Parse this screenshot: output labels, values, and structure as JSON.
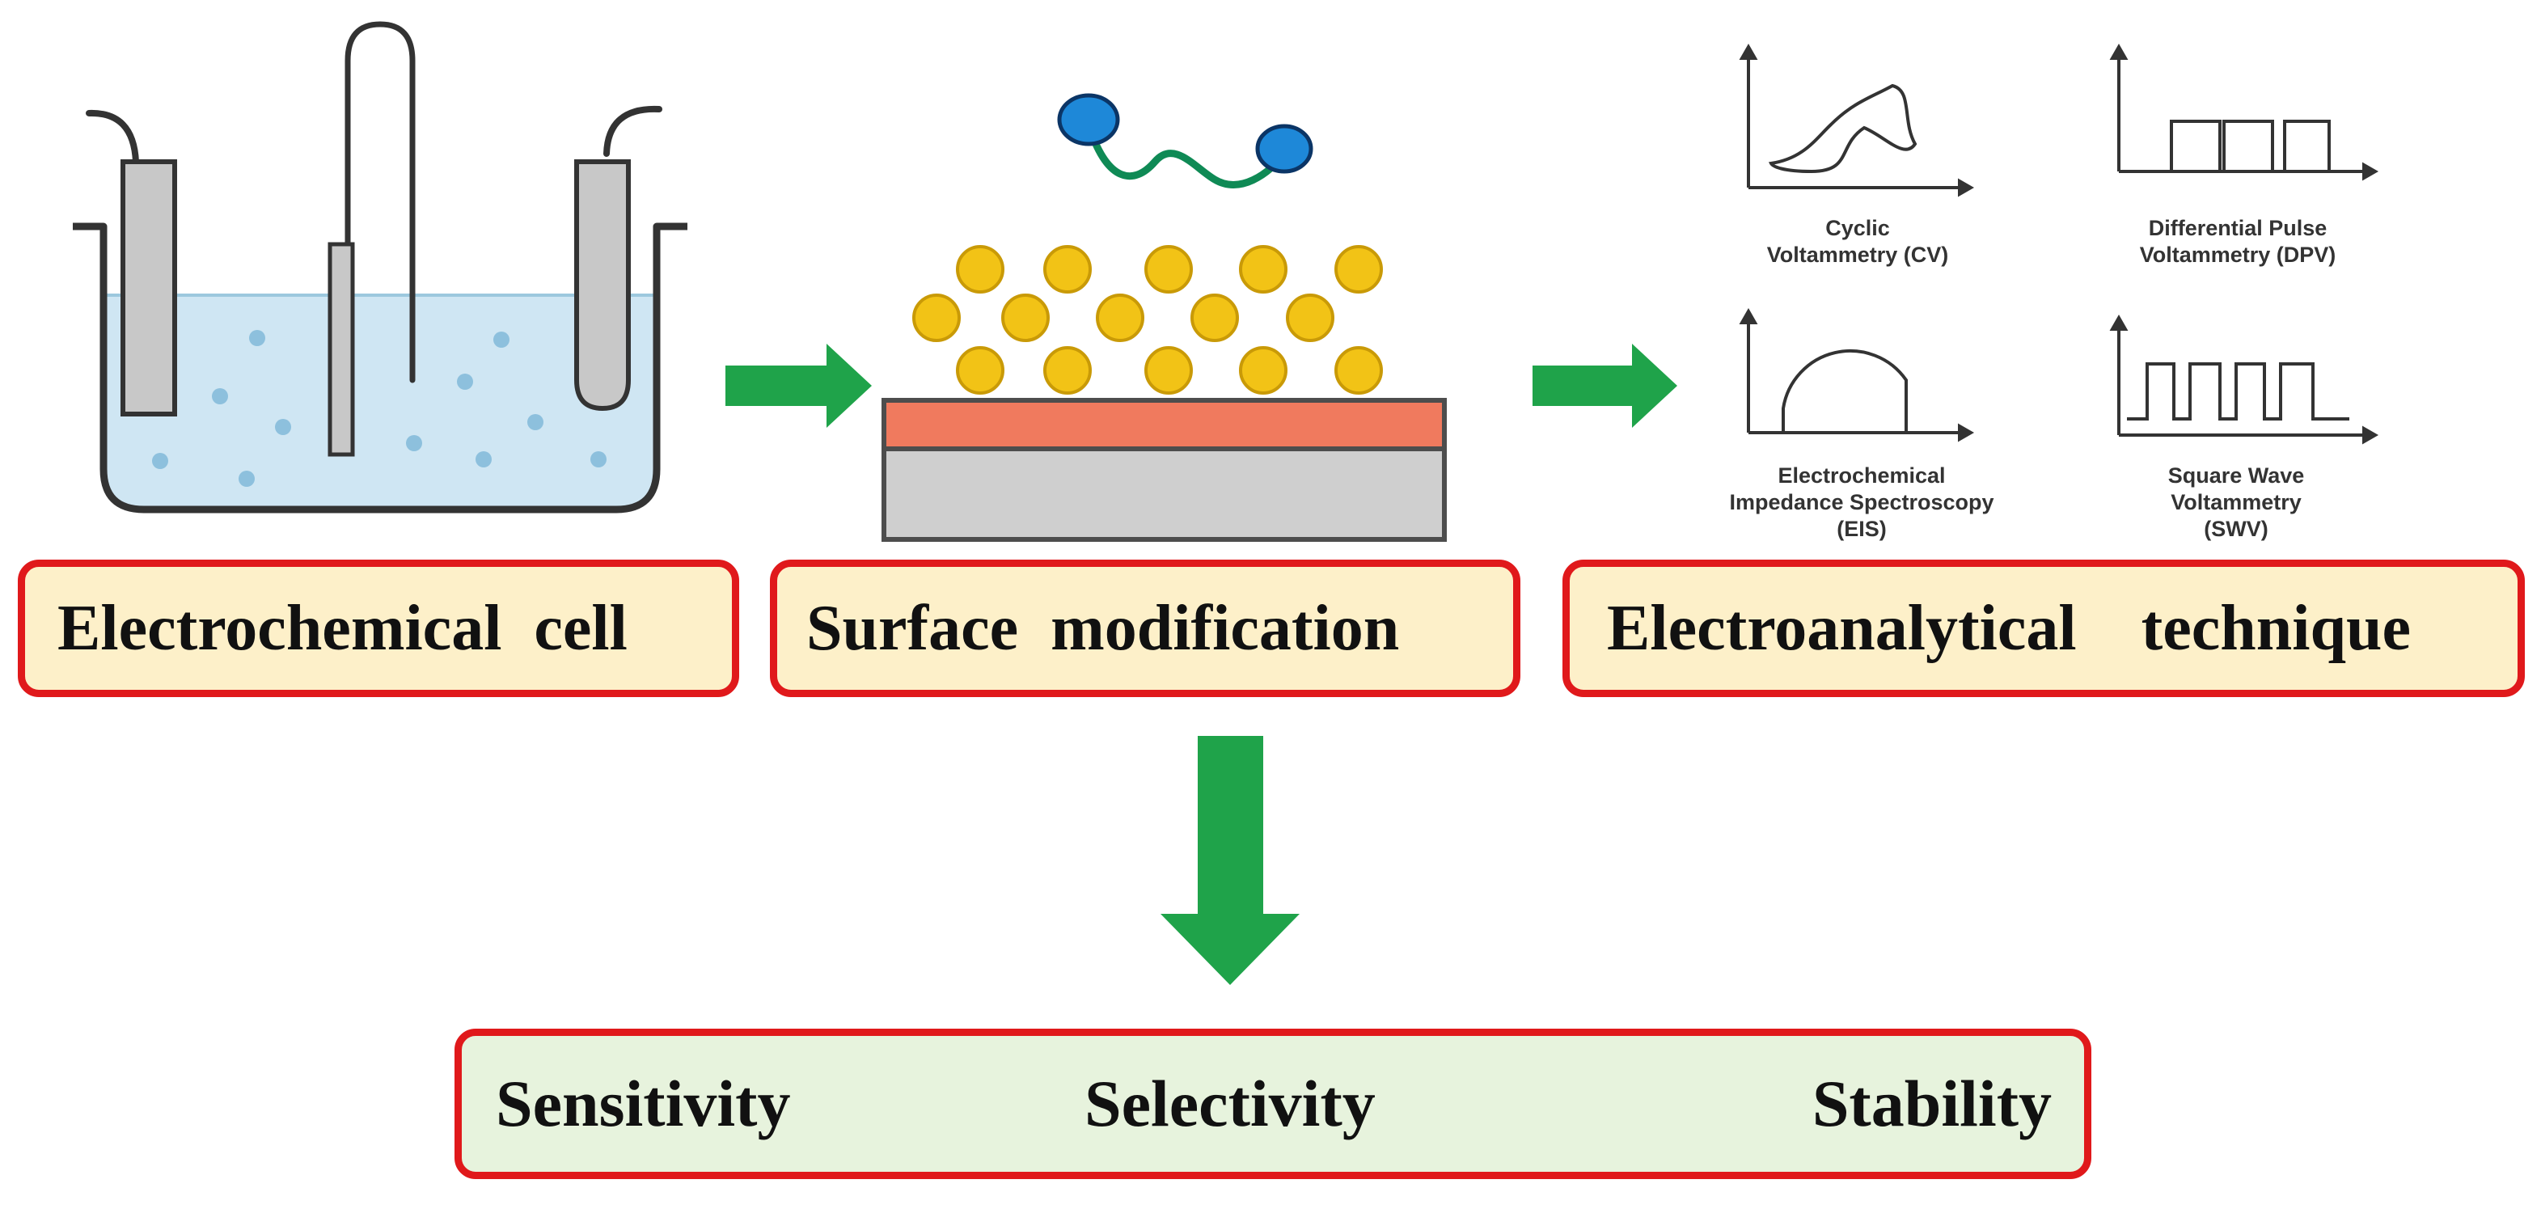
{
  "colors": {
    "box_border": "#e0191b",
    "label_fill": "#fdf0c9",
    "result_fill": "#e7f3dd",
    "arrow": "#1fa34a",
    "solution": "#cfe6f3",
    "electrode": "#c8c8c8",
    "nanoparticle": "#f2c316",
    "modifier_layer": "#f07a5e",
    "substrate": "#cfcfcf",
    "probe_end": "#1e88d8",
    "probe_linker": "#0f8a55"
  },
  "labels": {
    "cell": "Electrochemical  cell",
    "surface": "Surface  modification",
    "technique": "Electroanalytical    technique"
  },
  "techniques": [
    {
      "caption": "Cyclic\nVoltammetry (CV)"
    },
    {
      "caption": "Differential Pulse\nVoltammetry (DPV)"
    },
    {
      "caption": "Electrochemical\nImpedance Spectroscopy\n(EIS)"
    },
    {
      "caption": "Square Wave\nVoltammetry\n(SWV)"
    }
  ],
  "results": [
    "Sensitivity",
    "Selectivity",
    "Stability"
  ]
}
